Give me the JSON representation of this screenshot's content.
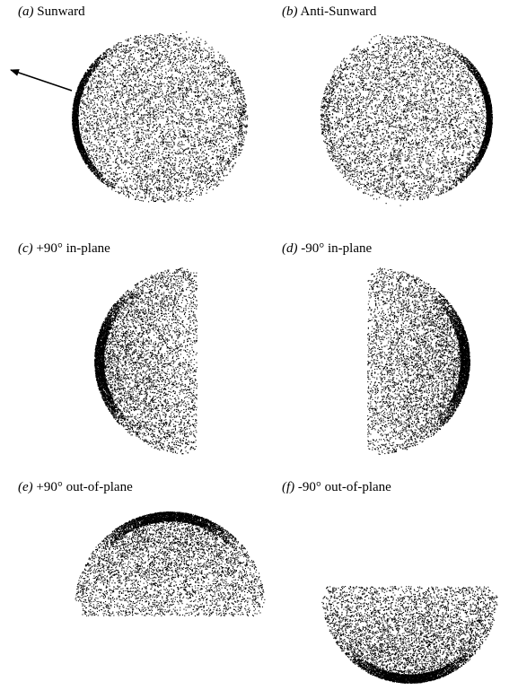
{
  "panels": [
    {
      "id": "a",
      "tag": "(a)",
      "title": "Sunward",
      "shape": "full-disk",
      "limb": "left"
    },
    {
      "id": "b",
      "tag": "(b)",
      "title": "Anti-Sunward",
      "shape": "full-disk",
      "limb": "right"
    },
    {
      "id": "c",
      "tag": "(c)",
      "title": "+90° in-plane",
      "shape": "half-disk",
      "limb": "left"
    },
    {
      "id": "d",
      "tag": "(d)",
      "title": "-90° in-plane",
      "shape": "half-disk",
      "limb": "right"
    },
    {
      "id": "e",
      "tag": "(e)",
      "title": "+90° out-of-plane",
      "shape": "half-disk",
      "limb": "top"
    },
    {
      "id": "f",
      "tag": "(f)",
      "title": "-90° out-of-plane",
      "shape": "half-disk",
      "limb": "bottom"
    }
  ],
  "arrow": {
    "meaning": "sun-direction-arrow"
  },
  "colors": {
    "dots": "#000000",
    "background": "#ffffff"
  }
}
